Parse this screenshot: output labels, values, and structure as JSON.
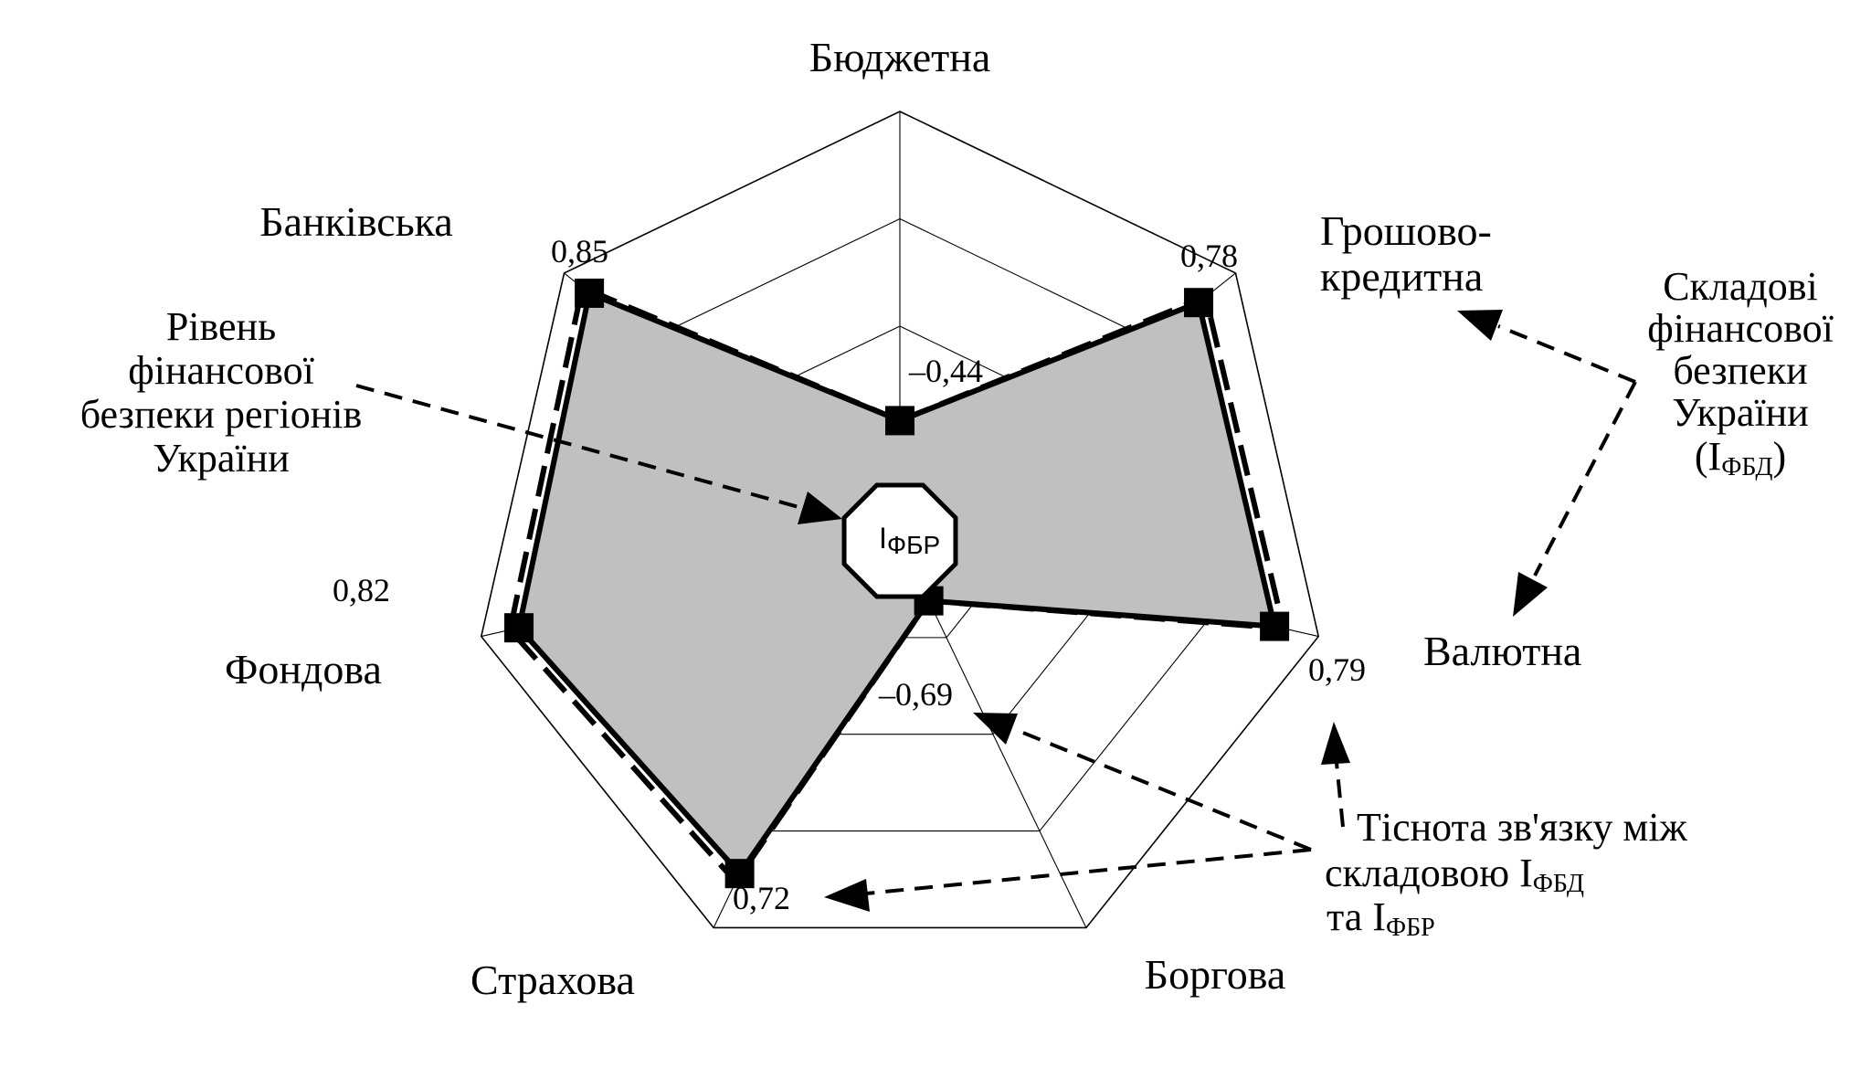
{
  "chart_data": {
    "type": "radar",
    "categories": [
      "Бюджетна",
      "Грошово-кредитна",
      "Валютна",
      "Боргова",
      "Страхова",
      "Фондова",
      "Банківська"
    ],
    "category_label_lines": [
      [
        "Бюджетна"
      ],
      [
        "Грошово-",
        "кредитна"
      ],
      [
        "Валютна"
      ],
      [
        "Боргова"
      ],
      [
        "Страхова"
      ],
      [
        "Фондова"
      ],
      [
        "Банківська"
      ]
    ],
    "values": [
      -0.44,
      0.78,
      0.79,
      -0.69,
      0.72,
      0.82,
      0.85
    ],
    "value_labels": [
      "–0,44",
      "0,78",
      "0,79",
      "–0,69",
      "0,72",
      "0,82",
      "0,85"
    ],
    "rlim": [
      -1,
      1
    ],
    "rings": 4,
    "grid": true,
    "fill_color": "#c0c0c0",
    "line_color": "#000000",
    "center_box": {
      "main": "I",
      "sub": "ФБР"
    },
    "annotations": {
      "regions_level": [
        "Рівень",
        "фінансової",
        "безпеки регіонів",
        "України"
      ],
      "components": {
        "lines": [
          "Складові",
          "фінансової",
          "безпеки",
          "України"
        ],
        "last_main": "(I",
        "last_sub": "ФБД",
        "last_close": ")"
      },
      "correlation": {
        "line1": "Тіснота зв'язку між",
        "line2_main": "складовою I",
        "line2_sub": "ФБД",
        "line3_main": "та I",
        "line3_sub": "ФБР"
      }
    }
  }
}
